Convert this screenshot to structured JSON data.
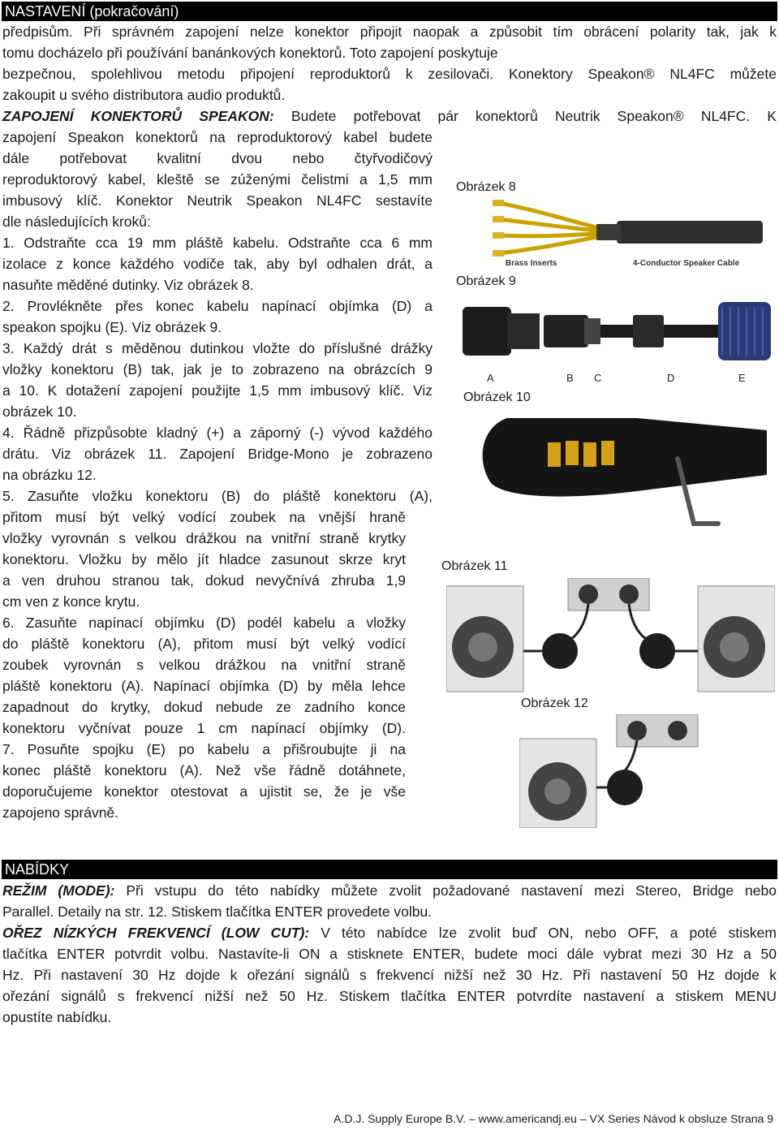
{
  "section1_title": "NASTAVENÍ (pokračování)",
  "top_lines": [
    "předpisům. Při správném zapojení nelze konektor připojit naopak a způsobit tím obrácení polarity tak, jak k",
    "tomu docházelo při používání banánkových konektorů. Toto zapojení poskytuje",
    "bezpečnou, spolehlivou metodu připojení reproduktorů k zesilovači. Konektory Speakon® NL4FC můžete",
    "zakoupit u svého distributora audio produktů."
  ],
  "speakon_heading": "ZAPOJENÍ KONEKTORŮ SPEAKON:",
  "speakon_first_line_rest": " Budete potřebovat pár konektorů Neutrik Speakon® NL4FC. K",
  "left_lines": [
    "zapojení Speakon konektorů na reproduktorový kabel budete",
    "dále potřebovat kvalitní dvou nebo čtyřvodičový",
    "reproduktorový kabel, kleště se zúženými čelistmi a 1,5 mm",
    "imbusový klíč. Konektor Neutrik Speakon NL4FC sestavíte",
    "dle následujících kroků:",
    "1. Odstraňte cca 19 mm pláště kabelu. Odstraňte cca 6 mm",
    "izolace z konce každého vodiče tak, aby byl odhalen drát, a",
    "nasuňte měděné dutinky. Viz obrázek 8.",
    "2. Provlékněte přes konec kabelu napínací objímka (D) a",
    "speakon spojku (E). Viz obrázek 9.",
    "3. Každý drát s měděnou dutinkou vložte do příslušné drážky",
    "vložky konektoru (B) tak, jak je to zobrazeno na obrázcích 9",
    "a 10. K dotažení zapojení použijte 1,5 mm imbusový klíč. Viz",
    "obrázek 10.",
    "4. Řádně přizpůsobte kladný (+) a záporný (-) vývod každého",
    "drátu. Viz obrázek 11. Zapojení Bridge-Mono je zobrazeno",
    "na obrázku 12.",
    "5. Zasuňte vložku konektoru (B) do pláště konektoru (A),",
    "přitom musí být velký vodící zoubek na vnější hraně",
    "vložky vyrovnán s velkou drážkou na vnitřní straně krytky",
    "konektoru. Vložku by mělo jít hladce zasunout skrze kryt",
    "a ven druhou stranou tak, dokud nevyčnívá zhruba 1,9",
    "cm ven z konce krytu.",
    "6. Zasuňte napínací objímku (D) podél kabelu a vložky",
    "do pláště konektoru (A), přitom musí být velký vodící",
    "zoubek vyrovnán s velkou drážkou na vnitřní straně",
    "pláště konektoru (A). Napínací objímka (D) by měla lehce",
    "zapadnout do krytky, dokud nebude ze zadního konce",
    "konektoru vyčnívat pouze 1 cm napínací objímky (D).",
    "7. Posuňte spojku (E) po kabelu a přišroubujte ji na",
    "konec pláště konektoru (A). Než vše řádně dotáhnete,",
    "doporučujeme konektor otestovat a ujistit se, že je vše",
    "zapojeno správně."
  ],
  "fig_labels": {
    "fig8": "Obrázek 8",
    "fig9": "Obrázek 9",
    "fig10": "Obrázek 10",
    "fig11": "Obrázek 11",
    "fig12": "Obrázek 12",
    "brass_inserts": "Brass Inserts",
    "cable": "4-Conductor Speaker Cable",
    "letter_a": "A",
    "letter_b": "B",
    "letter_c": "C",
    "letter_d": "D",
    "letter_e": "E"
  },
  "section2_title": "NABÍDKY",
  "menu": {
    "mode_heading": "REŽIM (MODE):",
    "mode_line1_rest": " Při vstupu do této nabídky můžete zvolit požadované nastavení mezi Stereo, Bridge nebo",
    "mode_line2": "Parallel. Detaily na str. 12. Stiskem tlačítka ENTER provedete volbu.",
    "lowcut_heading": "OŘEZ NÍZKÝCH FREKVENCÍ (LOW CUT):",
    "lowcut_line1_rest": " V této nabídce lze zvolit buď ON, nebo OFF, a poté stiskem",
    "lowcut_lines": [
      "tlačítka ENTER potvrdit volbu. Nastavíte-li ON a stisknete ENTER, budete moci dále vybrat mezi 30 Hz a 50",
      "Hz. Při nastavení 30 Hz dojde k ořezání signálů s frekvencí nižší než 30 Hz. Při nastavení 50 Hz dojde k",
      "ořezání signálů s frekvencí nižší než 50 Hz. Stiskem tlačítka ENTER potvrdíte nastavení a stiskem MENU"
    ],
    "lowcut_last": "opustíte nabídku."
  },
  "footer": "A.D.J. Supply Europe B.V. – www.americandj.eu – VX Series Návod k obsluze Strana 9"
}
